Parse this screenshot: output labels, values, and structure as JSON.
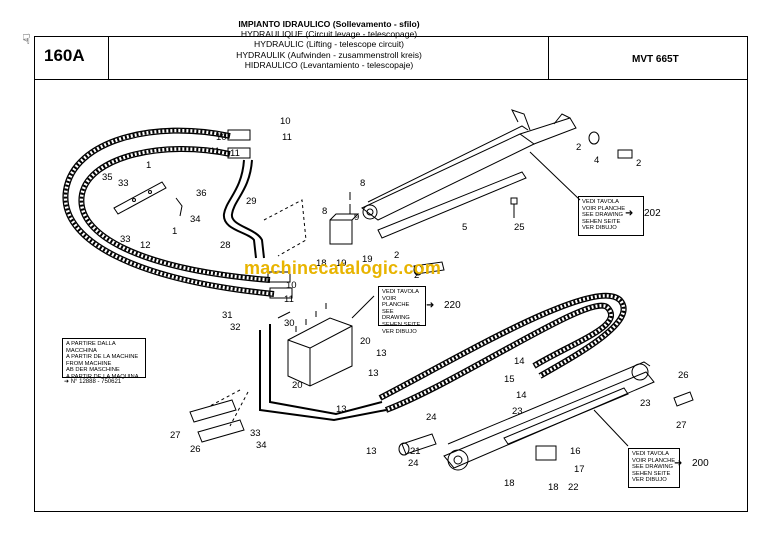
{
  "header": {
    "page_number": "160A",
    "model": "MVT 665T",
    "titles": [
      "IMPIANTO IDRAULICO (Sollevamento - sfilo)",
      "HYDRAULIQUE (Circuit levage - telescopage)",
      "HYDRAULIC (Lifting - telescope circuit)",
      "HYDRAULIK (Aufwinden - zusammenstroll kreis)",
      "HIDRAULICO (Levantamiento - telescopaje)"
    ]
  },
  "refs": [
    {
      "lines": [
        "VEDI TAVOLA",
        "VOIR PLANCHE",
        "SEE DRAWING",
        "SEHEN SEITE",
        "VER DIBUJO"
      ],
      "target": "202"
    },
    {
      "lines": [
        "VEDI TAVOLA",
        "VOIR PLANCHE",
        "SEE DRAWING",
        "SEHEN SEITE",
        "VER DIBUJO"
      ],
      "target": "220"
    },
    {
      "lines": [
        "VEDI TAVOLA",
        "VOIR PLANCHE",
        "SEE DRAWING",
        "SEHEN SEITE",
        "VER DIBUJO"
      ],
      "target": "200"
    }
  ],
  "note": {
    "lines": [
      "A PARTIRE DALLA MACCHINA",
      "A PARTIR DE LA MACHINE",
      "FROM MACHINE",
      "AB DER MASCHINE",
      "A PARTIR DE LA MAQUINA"
    ],
    "serial": "N° 12888 - 750621"
  },
  "watermark": "machinecatalogic.com",
  "callouts": [
    "1",
    "1",
    "2",
    "2",
    "2",
    "2",
    "4",
    "5",
    "8",
    "8",
    "9",
    "10",
    "10",
    "11",
    "11",
    "11",
    "10",
    "11",
    "12",
    "13",
    "13",
    "13",
    "13",
    "14",
    "14",
    "15",
    "16",
    "17",
    "18",
    "18",
    "19",
    "19",
    "20",
    "20",
    "21",
    "22",
    "23",
    "23",
    "24",
    "24",
    "25",
    "26",
    "27",
    "28",
    "29",
    "30",
    "31",
    "32",
    "33",
    "33",
    "33",
    "34",
    "35",
    "36"
  ]
}
